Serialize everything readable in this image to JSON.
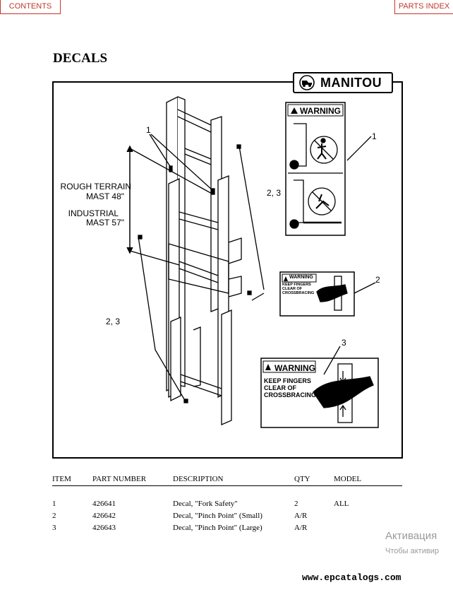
{
  "nav": {
    "contents": "CONTENTS",
    "parts_index": "PARTS INDEX"
  },
  "page_title": "DECALS",
  "logo_text": "MANITOU",
  "diagram": {
    "mast_labels": {
      "rough_terrain_line1": "ROUGH TERRAIN",
      "rough_terrain_line2": "MAST  48\"",
      "industrial_line1": "INDUSTRIAL",
      "industrial_line2": "MAST  57\""
    },
    "callouts": {
      "top": "1",
      "right": "2, 3",
      "left": "2, 3",
      "decal1": "1",
      "decal2": "2",
      "decal3": "3"
    },
    "decal1": {
      "header": "WARNING"
    },
    "decal2": {
      "header": "WARNING",
      "text1": "KEEP FINGERS",
      "text2": "CLEAR OF",
      "text3": "CROSSBRACING"
    },
    "decal3": {
      "header": "WARNING",
      "text1": "KEEP FINGERS",
      "text2": "CLEAR OF",
      "text3": "CROSSBRACING"
    }
  },
  "table": {
    "headers": {
      "item": "ITEM",
      "part": "PART NUMBER",
      "desc": "DESCRIPTION",
      "qty": "QTY",
      "model": "MODEL"
    },
    "rows": [
      {
        "item": "1",
        "part": "426641",
        "desc": "Decal, \"Fork Safety\"",
        "qty": "2",
        "model": "ALL"
      },
      {
        "item": "2",
        "part": "426642",
        "desc": "Decal, \"Pinch Point\" (Small)",
        "qty": "A/R",
        "model": ""
      },
      {
        "item": "3",
        "part": "426643",
        "desc": "Decal, \"Pinch Point\" (Large)",
        "qty": "A/R",
        "model": ""
      }
    ]
  },
  "watermark": {
    "line1": "Активация",
    "line2": "Чтобы активир"
  },
  "site": "www.epcatalogs.com"
}
